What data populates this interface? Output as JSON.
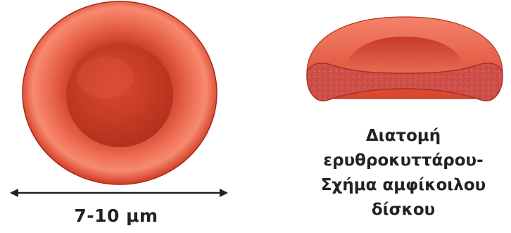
{
  "diagram": {
    "size_label": "7-10 μm",
    "caption_lines": [
      "Διατομή",
      "ερυθροκυττάρου-",
      "Σχήμα αμφίκοιλου",
      "δίσκου"
    ],
    "colors": {
      "cell_outer": "#d93a24",
      "cell_rim_highlight": "#f47a5e",
      "cell_center_dark": "#b8301c",
      "cross_section_fill": "#d0524a",
      "arrow": "#222222",
      "text": "#222222"
    }
  }
}
